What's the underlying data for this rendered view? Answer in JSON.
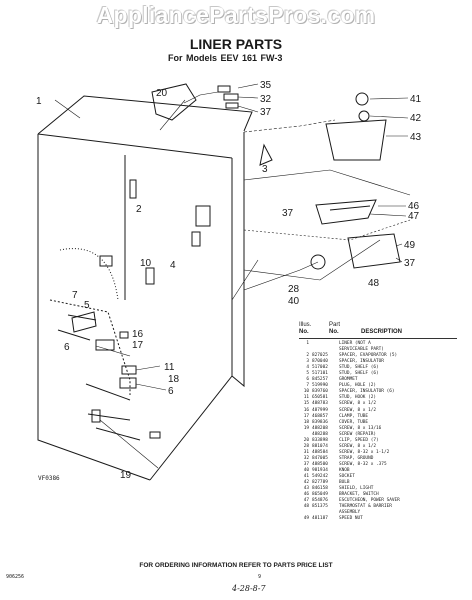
{
  "watermark": "AppliancePartsPros.com",
  "title": "LINER PARTS",
  "subtitle": "For Models  EEV 161 FW-3",
  "diagram_code": "VF0386",
  "callouts": [
    "1",
    "20",
    "35",
    "32",
    "37",
    "41",
    "42",
    "43",
    "3",
    "2",
    "46",
    "47",
    "37",
    "49",
    "37",
    "4",
    "10",
    "48",
    "28",
    "40",
    "7",
    "5",
    "16",
    "17",
    "6",
    "11",
    "18",
    "6",
    "19"
  ],
  "table": {
    "header_illus": "Illus.",
    "header_part": "Part",
    "header_no": "No.",
    "header_no2": "No.",
    "header_desc": "DESCRIPTION",
    "rows": [
      {
        "no": "1",
        "part": "",
        "desc": "LINER (NOT A"
      },
      {
        "no": "",
        "part": "",
        "desc": "SERVICEABLE PART)"
      },
      {
        "no": "2",
        "part": "827025",
        "desc": "SPACER, EVAPORATOR (5)"
      },
      {
        "no": "3",
        "part": "870040",
        "desc": "SPACER, INSULATOR"
      },
      {
        "no": "4",
        "part": "517002",
        "desc": "STUD, SHELF (6)"
      },
      {
        "no": "5",
        "part": "517101",
        "desc": "STUD, SHELF (6)"
      },
      {
        "no": "6",
        "part": "845257",
        "desc": "GROMMET"
      },
      {
        "no": "7",
        "part": "519990",
        "desc": "PLUG, HOLE (2)"
      },
      {
        "no": "10",
        "part": "839760",
        "desc": "SPACER, INSULATOR (6)"
      },
      {
        "no": "11",
        "part": "650581",
        "desc": "STUD, HOOK (2)"
      },
      {
        "no": "15",
        "part": "488783",
        "desc": "SCREW, 8 x 1/2"
      },
      {
        "no": "16",
        "part": "487999",
        "desc": "SCREW, 8 x 1/2"
      },
      {
        "no": "17",
        "part": "468857",
        "desc": "CLAMP, TUBE"
      },
      {
        "no": "18",
        "part": "839836",
        "desc": "COVER, TUBE"
      },
      {
        "no": "19",
        "part": "488208",
        "desc": "SCREW, 8 x 13/16"
      },
      {
        "no": "",
        "part": "488288",
        "desc": "SCREW (REPAIR)"
      },
      {
        "no": "20",
        "part": "833898",
        "desc": "CLIP, SPEED (7)"
      },
      {
        "no": "28",
        "part": "881074",
        "desc": "SCREW, 8 x 1/2"
      },
      {
        "no": "31",
        "part": "488584",
        "desc": "SCREW, 8-32 x 1-1/2"
      },
      {
        "no": "32",
        "part": "847005",
        "desc": "STRAP, GROUND"
      },
      {
        "no": "37",
        "part": "488500",
        "desc": "SCREW, 8-32 x .375"
      },
      {
        "no": "40",
        "part": "981934",
        "desc": "KNOB"
      },
      {
        "no": "41",
        "part": "549242",
        "desc": "SOCKET"
      },
      {
        "no": "42",
        "part": "827789",
        "desc": "BULB"
      },
      {
        "no": "43",
        "part": "846158",
        "desc": "SHIELD, LIGHT"
      },
      {
        "no": "46",
        "part": "865049",
        "desc": "BRACKET, SWITCH"
      },
      {
        "no": "47",
        "part": "854876",
        "desc": "ESCUTCHEON, POWER SAVER"
      },
      {
        "no": "48",
        "part": "851375",
        "desc": "THERMOSTAT & BARRIER"
      },
      {
        "no": "",
        "part": "",
        "desc": "ASSEMBLY"
      },
      {
        "no": "49",
        "part": "481187",
        "desc": "SPEED NUT"
      }
    ]
  },
  "footer": "FOR ORDERING INFORMATION REFER TO PARTS PRICE LIST",
  "doc_code": "906256",
  "page_mark": "9",
  "hand_note": "4-28-8-7",
  "colors": {
    "ink": "#1a1a1a",
    "paper": "#ffffff"
  }
}
